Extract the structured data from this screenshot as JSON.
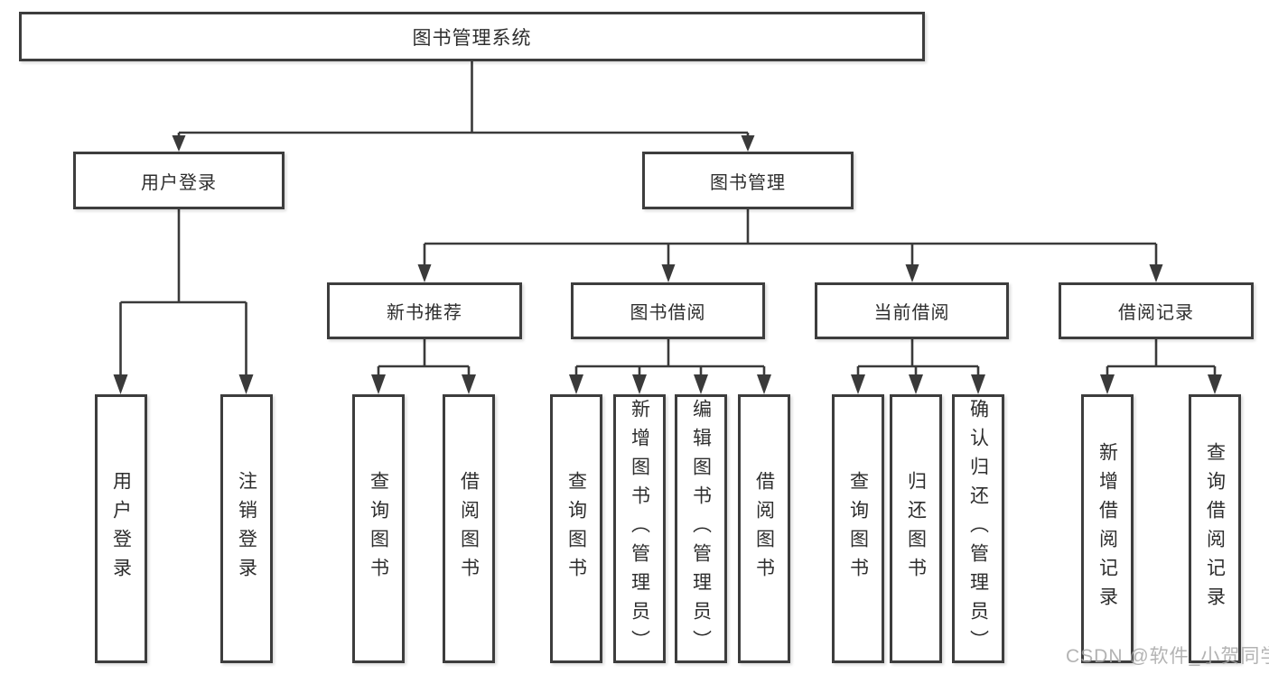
{
  "watermark": {
    "text": "CSDN @软件_小贺同学"
  },
  "colors": {
    "line": "#3a3a3a",
    "box_border": "#3d3d3d",
    "text": "#2e2e2e",
    "watermark": "#a6a6a6",
    "background": "#ffffff"
  },
  "tree": {
    "root": {
      "label": "图书管理系统",
      "children": [
        {
          "label": "用户登录",
          "children": [
            {
              "label": "用户登录"
            },
            {
              "label": "注销登录"
            }
          ]
        },
        {
          "label": "图书管理",
          "children": [
            {
              "label": "新书推荐",
              "children": [
                {
                  "label": "查询图书"
                },
                {
                  "label": "借阅图书"
                }
              ]
            },
            {
              "label": "图书借阅",
              "children": [
                {
                  "label": "查询图书"
                },
                {
                  "label": "新增图书（管理员）"
                },
                {
                  "label": "编辑图书（管理员）"
                },
                {
                  "label": "借阅图书"
                }
              ]
            },
            {
              "label": "当前借阅",
              "children": [
                {
                  "label": "查询图书"
                },
                {
                  "label": "归还图书"
                },
                {
                  "label": "确认归还（管理员）"
                }
              ]
            },
            {
              "label": "借阅记录",
              "children": [
                {
                  "label": "新增借阅记录"
                },
                {
                  "label": "查询借阅记录"
                }
              ]
            }
          ]
        }
      ]
    }
  }
}
